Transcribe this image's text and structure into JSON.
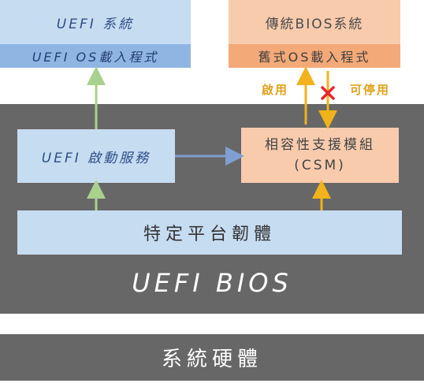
{
  "uefi_system": {
    "title": "UEFI 系統",
    "loader": "UEFI OS載入程式"
  },
  "legacy_system": {
    "title": "傳統BIOS系統",
    "loader": "舊式OS載入程式"
  },
  "uefi_boot": {
    "label": "UEFI 啟動服務"
  },
  "csm": {
    "line1": "相容性支援模組",
    "line2": "(CSM)"
  },
  "firmware": {
    "label": "特定平台韌體"
  },
  "bios": {
    "title": "UEFI BIOS"
  },
  "hardware": {
    "label": "系統硬體"
  },
  "csm_toggle": {
    "enable": "啟用",
    "disable": "可停用"
  },
  "colors": {
    "uefi_light": "#c6dcf1",
    "uefi_dark": "#8fb6e3",
    "legacy_light": "#f8cbad",
    "legacy_dark": "#f4a978",
    "panel": "#676767",
    "green_arrow": "#a9d18e",
    "blue_arrow": "#7f9fd1",
    "yellow_arrow": "#f2b21c",
    "disable_mark": "#e8262b"
  }
}
